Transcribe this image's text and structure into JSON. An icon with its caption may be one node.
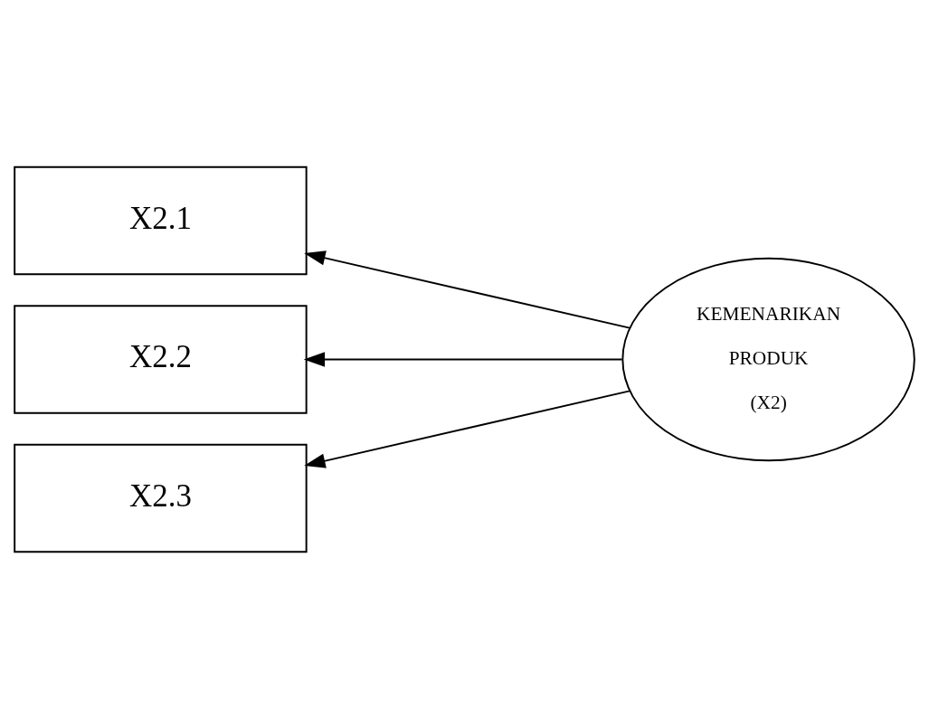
{
  "diagram": {
    "nodes": [
      {
        "text": [
          "X2.1"
        ]
      },
      {
        "text": [
          "X2.2"
        ]
      },
      {
        "text": [
          "X2.3"
        ]
      },
      {
        "text": [
          "KEMENARIKAN PRODUK (X2)"
        ]
      }
    ],
    "edges": [
      {
        "from": 3,
        "to": 0,
        "arrow": "to"
      },
      {
        "from": 3,
        "to": 1,
        "arrow": "to"
      },
      {
        "from": 3,
        "to": 2,
        "arrow": "to"
      }
    ]
  }
}
